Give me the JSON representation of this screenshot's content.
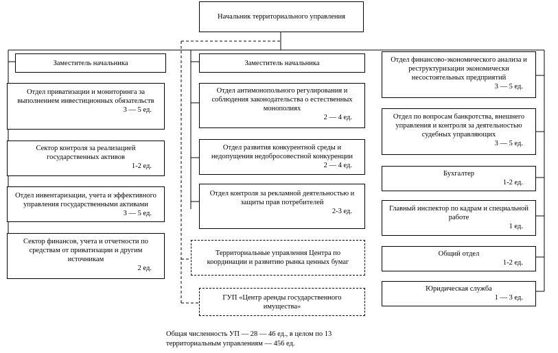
{
  "chief": {
    "title": "Начальник территориального управления"
  },
  "left_column": {
    "deputy": "Заместитель начальника",
    "units": [
      {
        "name": "Отдел приватизации и мониторинга за\nвыполнением инвестиционных обязательств",
        "staff": "3 — 5 ед."
      },
      {
        "name": "Сектор контроля за реализацией\nгосударственных активов",
        "staff": "1-2 ед."
      },
      {
        "name": "Отдел инвентаризации, учета и эффективного\nуправления государственными активами",
        "staff": "3 — 5 ед."
      },
      {
        "name": "Сектор финансов, учета и отчетности по\nсредствам от приватизации и другим\nисточникам",
        "staff": "2 ед."
      }
    ]
  },
  "middle_column": {
    "deputy": "Заместитель начальника",
    "units": [
      {
        "name": "Отдел антимонопольного регулирования и\nсоблюдения законодательства о естественных\nмонополиях",
        "staff": "2 — 4 ед."
      },
      {
        "name": "Отдел развития конкурентной среды и\nнедопущения недобросовестной конкуренции",
        "staff": "2 — 4 ед."
      },
      {
        "name": "Отдел контроля за рекламной деятельностью и\nзащиты прав потребителей",
        "staff": "2-3 ед."
      }
    ],
    "affiliated": [
      {
        "name": "Территориальные управления Центра по\nкоординации и развитию рынка ценных бумаг"
      },
      {
        "name": "ГУП «Центр аренды государственного\nимущества»"
      }
    ]
  },
  "right_column": {
    "units": [
      {
        "name": "Отдел финансово-экономического анализа и\nреструктуризации экономически\nнесостоятельных предприятий",
        "staff": "3 — 5 ед."
      },
      {
        "name": "Отдел по вопросам банкротства, внешнего\nуправления и контроля за деятельностью\nсудебных управляющих",
        "staff": "3 — 5 ед."
      },
      {
        "name": "Бухгалтер",
        "staff": "1-2 ед."
      },
      {
        "name": "Главный инспектор по кадрам и специальной\nработе",
        "staff": "1 ед."
      },
      {
        "name": "Общий отдел",
        "staff": "1-2 ед."
      },
      {
        "name": "Юридическая служба",
        "staff": "1 — 3 ед."
      }
    ]
  },
  "footer": {
    "note": "Общая численность УП — 28 — 46 ед., в целом по 13\nтерриториальным управлениям — 456 ед."
  }
}
